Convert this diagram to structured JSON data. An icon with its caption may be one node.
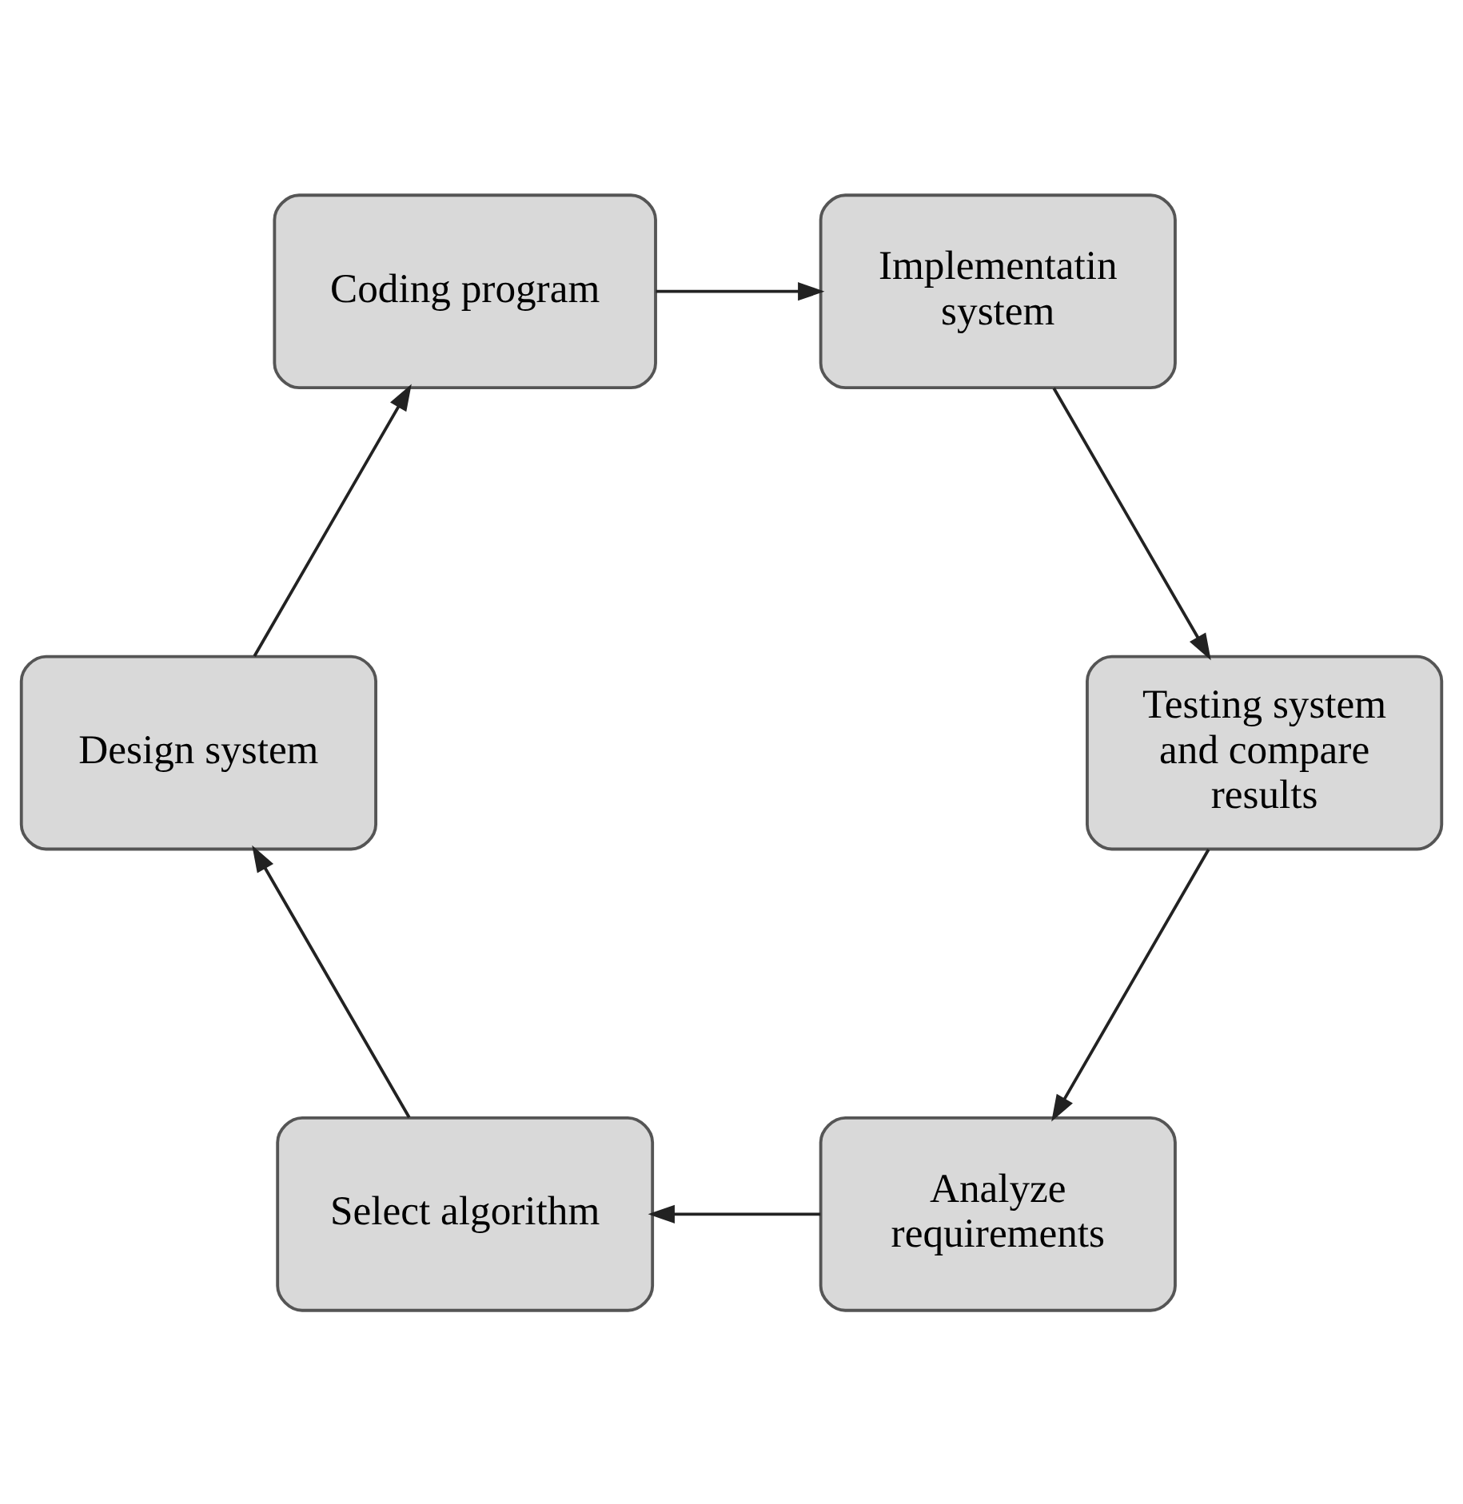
{
  "diagram": {
    "nodes": [
      {
        "text": [
          "Analyze requirements"
        ]
      },
      {
        "text": [
          "Select algorithm"
        ]
      },
      {
        "text": [
          "Design system"
        ]
      },
      {
        "text": [
          "Coding program"
        ]
      },
      {
        "text": [
          "Implementatin system"
        ]
      },
      {
        "text": [
          "Testing system and compare results"
        ]
      }
    ],
    "edges": [
      {
        "from": 0,
        "to": 1,
        "arrow": "to"
      },
      {
        "from": 1,
        "to": 2,
        "arrow": "to"
      },
      {
        "from": 2,
        "to": 3,
        "arrow": "to"
      },
      {
        "from": 3,
        "to": 4,
        "arrow": "to"
      },
      {
        "from": 4,
        "to": 5,
        "arrow": "to"
      },
      {
        "from": 5,
        "to": 0,
        "arrow": "to"
      }
    ]
  }
}
